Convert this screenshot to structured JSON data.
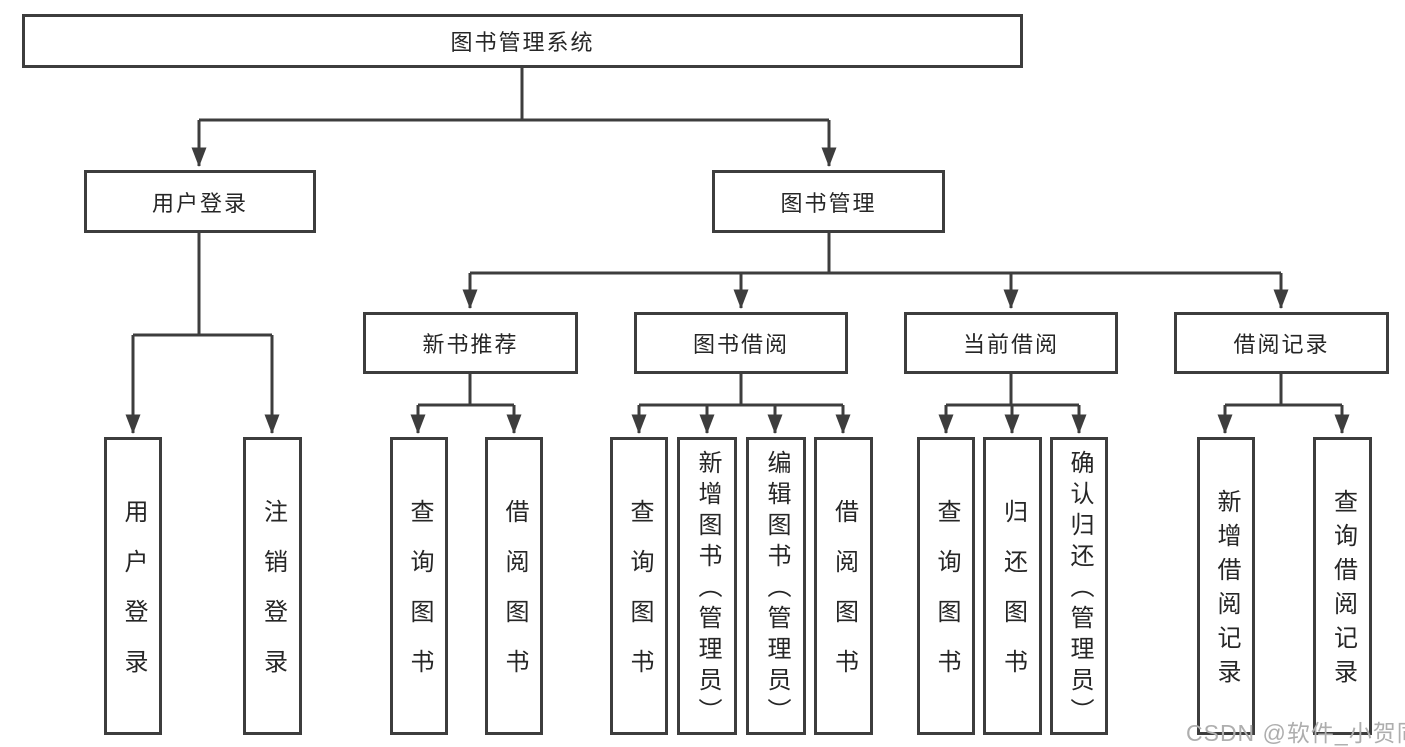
{
  "colors": {
    "line": "#3d3d3d",
    "text": "#262626",
    "background": "#ffffff",
    "watermark": "#aeaeae"
  },
  "watermark": "CSDN @软件_小贺同学",
  "tree": {
    "label": "图书管理系统",
    "children": [
      {
        "label": "用户登录",
        "children": [
          {
            "label": "用户登录"
          },
          {
            "label": "注销登录"
          }
        ]
      },
      {
        "label": "图书管理",
        "children": [
          {
            "label": "新书推荐",
            "children": [
              {
                "label": "查询图书"
              },
              {
                "label": "借阅图书"
              }
            ]
          },
          {
            "label": "图书借阅",
            "children": [
              {
                "label": "查询图书"
              },
              {
                "label": "新增图书（管理员）"
              },
              {
                "label": "编辑图书（管理员）"
              },
              {
                "label": "借阅图书"
              }
            ]
          },
          {
            "label": "当前借阅",
            "children": [
              {
                "label": "查询图书"
              },
              {
                "label": "归还图书"
              },
              {
                "label": "确认归还（管理员）"
              }
            ]
          },
          {
            "label": "借阅记录",
            "children": [
              {
                "label": "新增借阅记录"
              },
              {
                "label": "查询借阅记录"
              }
            ]
          }
        ]
      }
    ]
  }
}
